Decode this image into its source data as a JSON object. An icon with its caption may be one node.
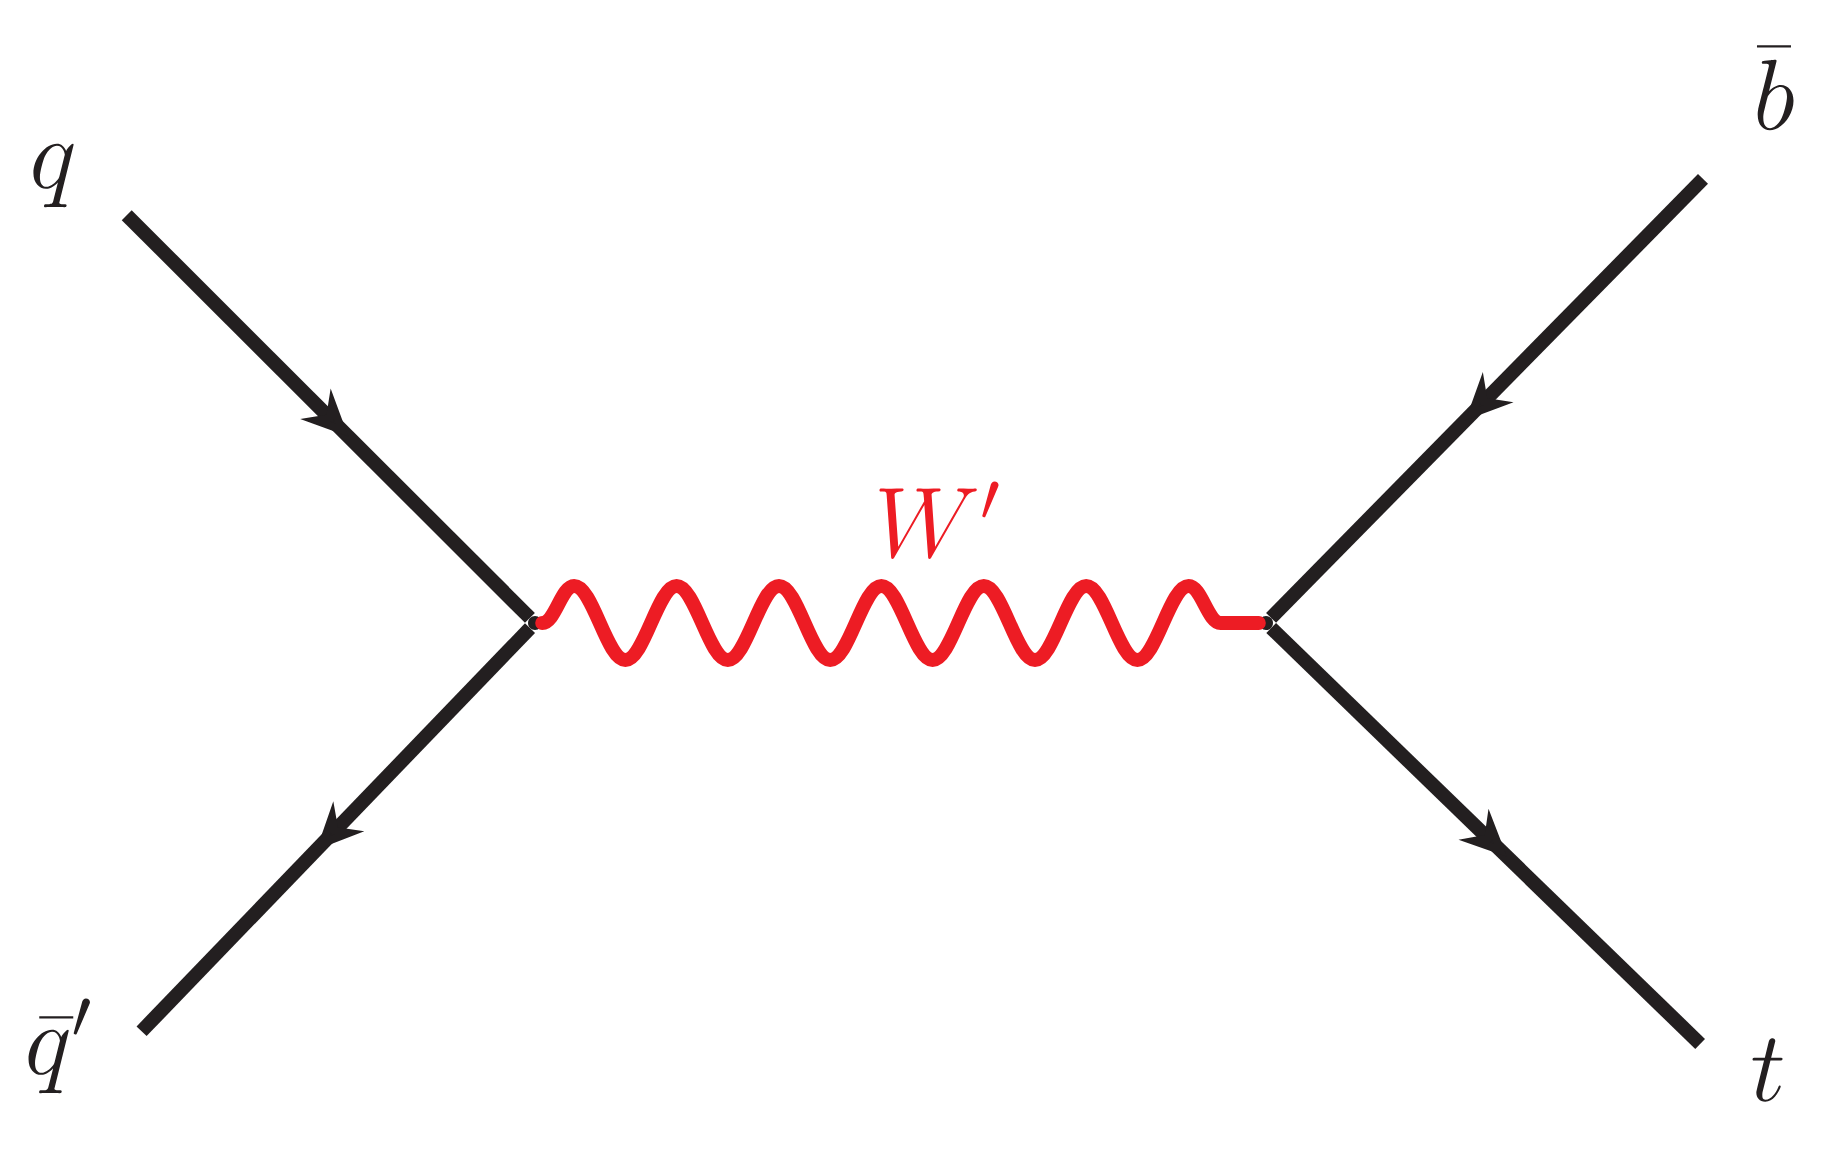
{
  "diagram": {
    "nodes": [
      {
        "text": [
          "q"
        ]
      },
      {
        "text": [
          "\\bar{q}'"
        ]
      },
      {
        "text": [
          "\\bar{b}"
        ]
      },
      {
        "text": [
          "t"
        ]
      },
      {
        "text": [],
        "shape": "point"
      },
      {
        "text": [],
        "shape": "point"
      }
    ],
    "edges": [
      {
        "from": 0,
        "to": 4,
        "arrow": "to"
      },
      {
        "from": 4,
        "to": 1,
        "arrow": "to"
      },
      {
        "from": 2,
        "to": 5,
        "arrow": "to"
      },
      {
        "from": 5,
        "to": 3,
        "arrow": "to"
      },
      {
        "from": 4,
        "to": 5,
        "arrow": "none",
        "label": "W'",
        "color": "#ed1c24"
      }
    ]
  }
}
